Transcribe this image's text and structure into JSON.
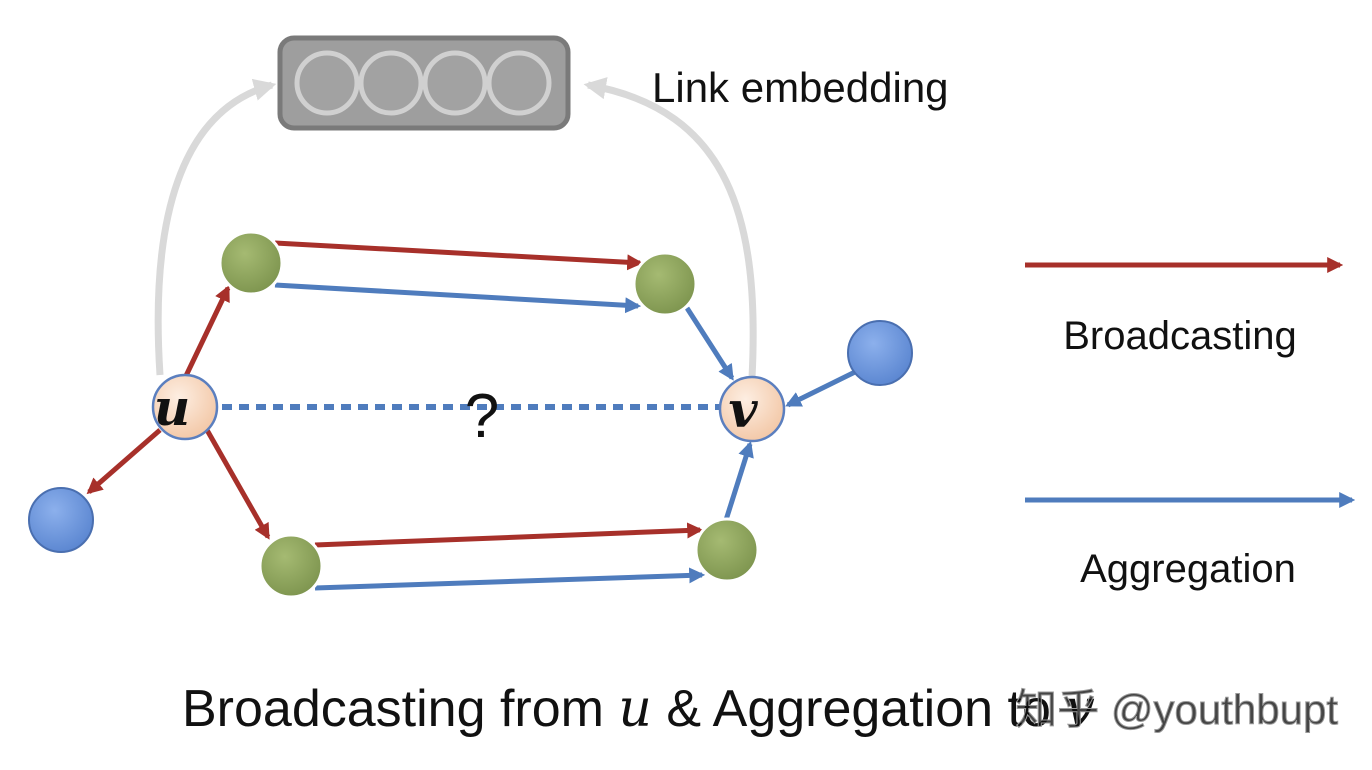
{
  "colors": {
    "broadcast": "#a7302a",
    "aggregate": "#4f7cbd",
    "curve": "#d9d9d9",
    "green_node": "#8da35c",
    "blue_node": "#6d96dd",
    "endpoint_node": "#f9dcc5",
    "embedding_box": "#9e9e9e",
    "embedding_cell": "#a2a2a2"
  },
  "embedding": {
    "label": "Link embedding"
  },
  "nodes": {
    "u": "u",
    "v": "v",
    "question": "?"
  },
  "legend": {
    "broadcasting": "Broadcasting",
    "aggregation": "Aggregation"
  },
  "caption": {
    "prefix": "Broadcasting from ",
    "u": "u",
    "middle": " & Aggregation to ",
    "v": "v"
  },
  "watermark": "知乎 @youthbupt"
}
